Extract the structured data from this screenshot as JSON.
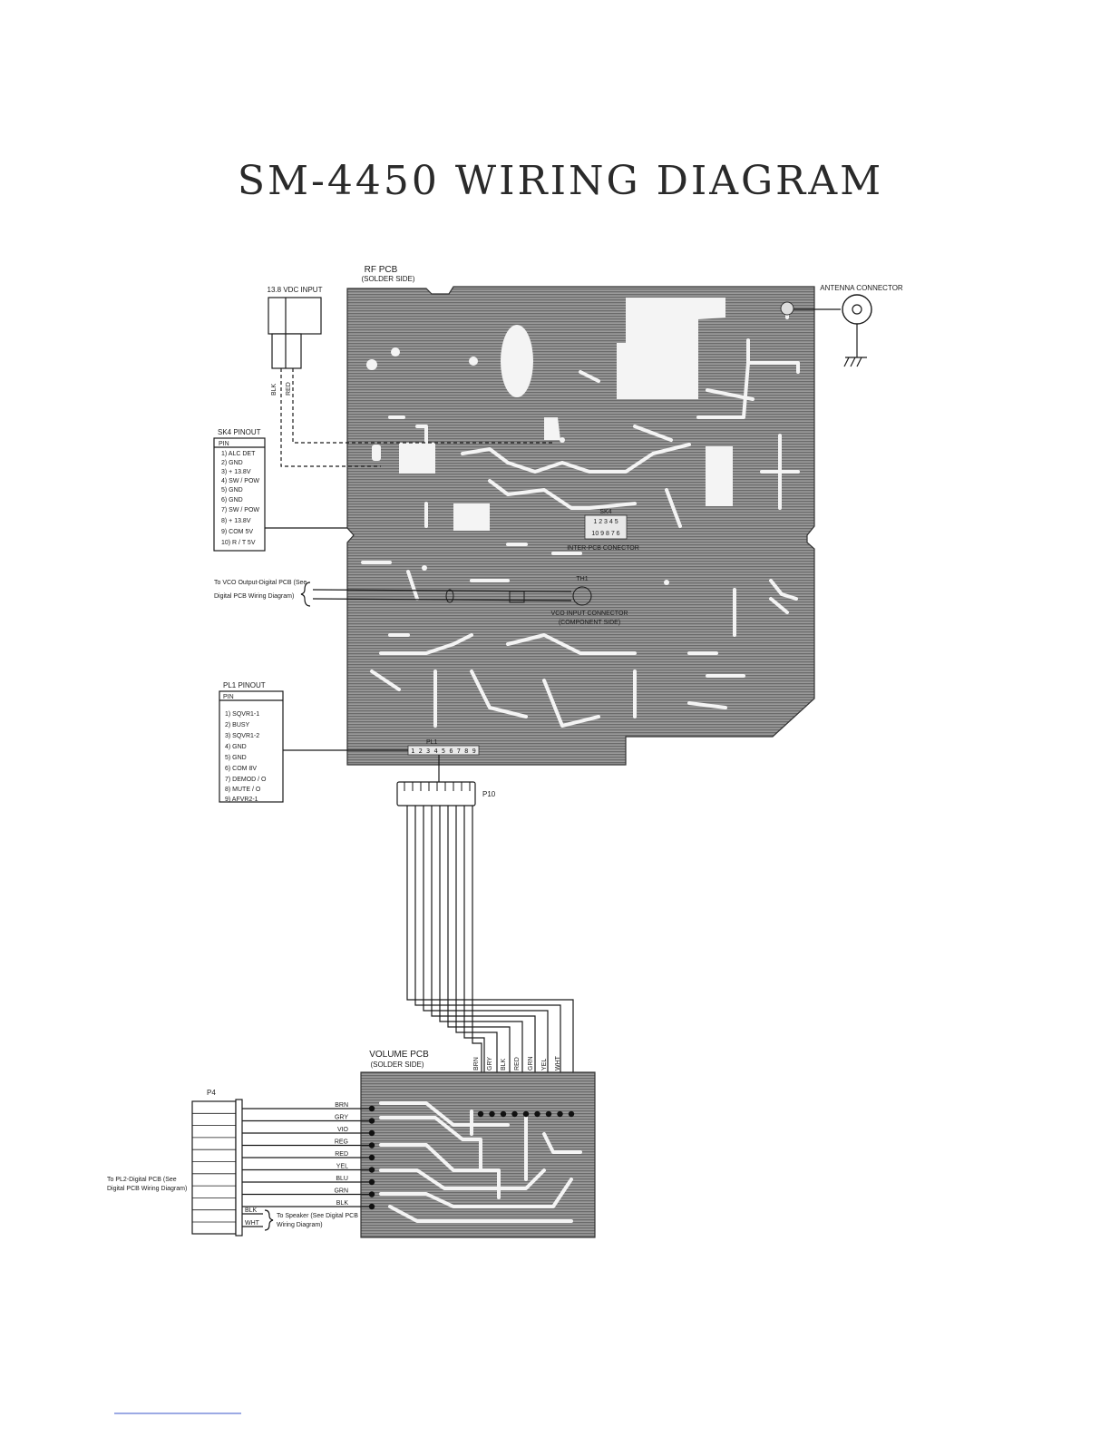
{
  "title": "SM-4450  WIRING  DIAGRAM",
  "rf_pcb": {
    "label": "RF PCB",
    "sublabel": "(SOLDER SIDE)"
  },
  "power_input": {
    "label": "13.8 VDC INPUT",
    "wire_blk": "BLK",
    "wire_red": "RED"
  },
  "antenna": {
    "label": "ANTENNA CONNECTOR"
  },
  "sk4_pinout": {
    "title": "SK4 PINOUT",
    "header": "PIN",
    "pins": [
      "1) ALC DET",
      "2) GND",
      "3) + 13.8V",
      "4) SW / POW",
      "5) GND",
      "6) GND",
      "7) SW / POW",
      "8) + 13.8V",
      "9) COM 5V",
      "10) R / T 5V"
    ]
  },
  "pl1_pinout": {
    "title": "PL1 PINOUT",
    "header": "PIN",
    "pins": [
      "1) SQVR1-1",
      "2) BUSY",
      "3) SQVR1-2",
      "4) GND",
      "5) GND",
      "6) COM 8V",
      "7) DEMOD / O",
      "8) MUTE / O",
      "9) AFVR2-1"
    ]
  },
  "board_labels": {
    "sk4": "SK4",
    "sk4_row1": "1 2 3 4 5",
    "sk4_row2": "10 9 8 7 6",
    "inter_pcb": "INTER-PCB CONECTOR",
    "th1": "TH1",
    "vco_input": "VCO INPUT CONNECTOR",
    "vco_side": "(COMPONENT SIDE)",
    "pl1": "PL1",
    "pl1_pins": "1 2 3 4 5 6 7 8 9"
  },
  "vco_note": {
    "line1": "To VCO Output-Digital PCB (See",
    "line2": "Digital PCB Wiring Diagram)"
  },
  "p10": {
    "label": "P10"
  },
  "volume_pcb": {
    "label": "VOLUME PCB",
    "sublabel": "(SOLDER SIDE)",
    "top_wires": [
      "BRN",
      "GRY",
      "BLK",
      "RED",
      "GRN",
      "YEL",
      "WHT"
    ],
    "left_wires": [
      "BRN",
      "GRY",
      "VIO",
      "REG",
      "RED",
      "YEL",
      "BLU",
      "GRN",
      "BLK"
    ]
  },
  "p4": {
    "label": "P4"
  },
  "pl2_note": {
    "line1": "To PL2-Digital PCB (See",
    "line2": "Digital PCB Wiring Diagram)"
  },
  "speaker": {
    "wire_blk": "BLK",
    "wire_wht": "WHT",
    "line1": "To Speaker (See Digital PCB",
    "line2": "Wiring Diagram)"
  },
  "colors": {
    "board": "#8c8c8c",
    "ink": "#1a1a1a",
    "link": "#3a55c8"
  }
}
